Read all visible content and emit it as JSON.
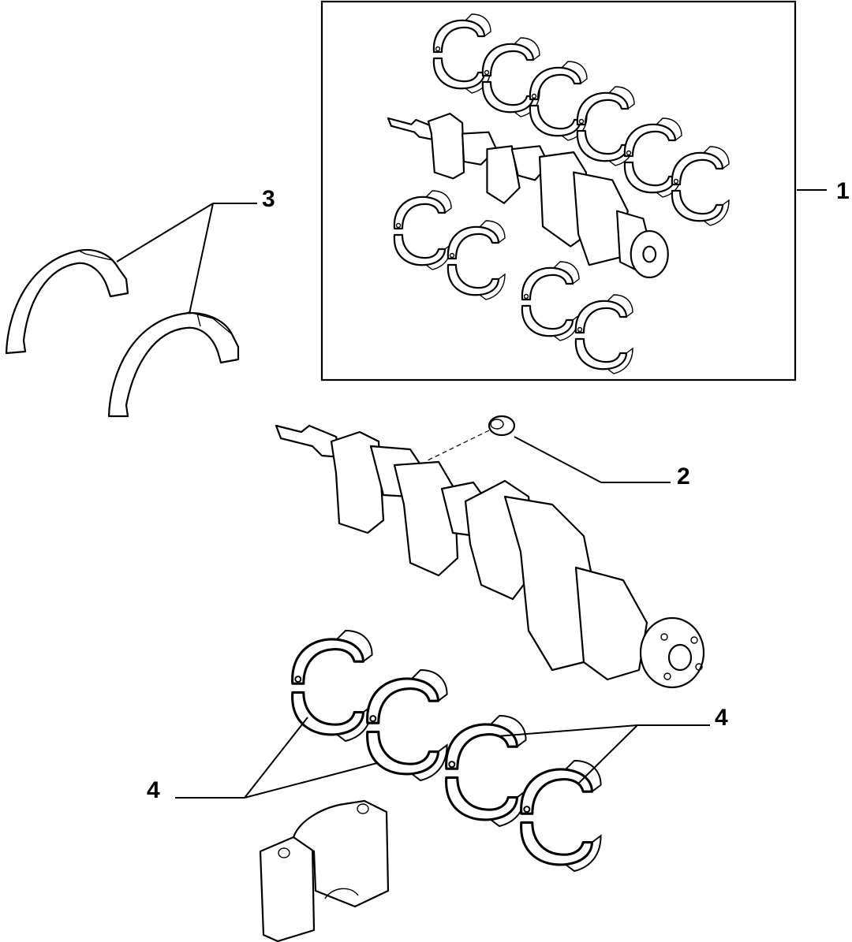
{
  "callouts": [
    {
      "id": "1",
      "label": "1"
    },
    {
      "id": "2",
      "label": "2"
    },
    {
      "id": "3",
      "label": "3"
    },
    {
      "id": "4a",
      "label": "4"
    },
    {
      "id": "4b",
      "label": "4"
    }
  ],
  "colors": {
    "line": "#000000",
    "background": "#ffffff"
  }
}
